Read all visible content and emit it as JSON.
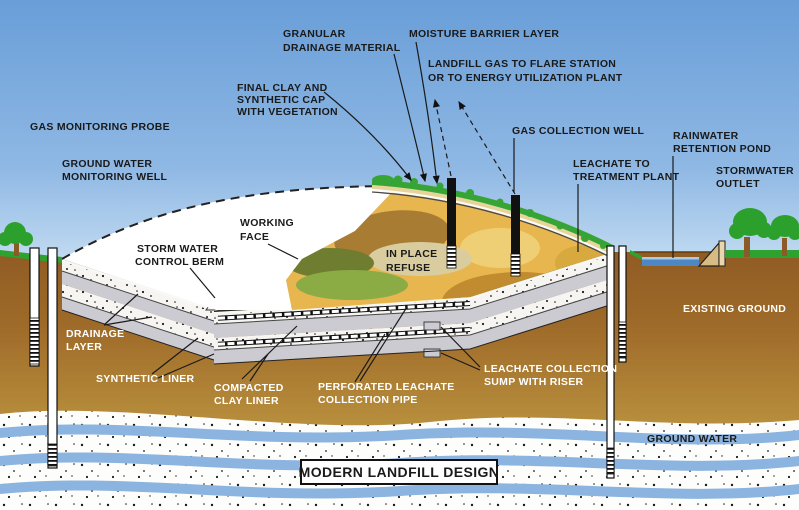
{
  "diagram": {
    "title": "MODERN LANDFILL DESIGN",
    "labels": {
      "granular_drainage": {
        "l1": "GRANULAR",
        "l2": "DRAINAGE MATERIAL"
      },
      "moisture_barrier": {
        "l1": "MOISTURE BARRIER LAYER"
      },
      "landfill_gas": {
        "l1": "LANDFILL GAS TO FLARE STATION",
        "l2": "OR TO ENERGY UTILIZATION PLANT"
      },
      "final_cap": {
        "l1": "FINAL CLAY AND",
        "l2": "SYNTHETIC CAP",
        "l3": "WITH VEGETATION"
      },
      "gas_monitoring_probe": {
        "l1": "GAS MONITORING PROBE"
      },
      "groundwater_monitoring_well": {
        "l1": "GROUND WATER",
        "l2": "MONITORING WELL"
      },
      "gas_collection_well": {
        "l1": "GAS COLLECTION WELL"
      },
      "rainwater_pond": {
        "l1": "RAINWATER",
        "l2": "RETENTION POND"
      },
      "leachate_treatment": {
        "l1": "LEACHATE TO",
        "l2": "TREATMENT PLANT"
      },
      "stormwater_outlet": {
        "l1": "STORMWATER",
        "l2": "OUTLET"
      },
      "working_face": {
        "l1": "WORKING",
        "l2": "FACE"
      },
      "storm_water_berm": {
        "l1": "STORM WATER",
        "l2": "CONTROL BERM"
      },
      "in_place_refuse": {
        "l1": "IN PLACE",
        "l2": "REFUSE"
      },
      "existing_ground": {
        "l1": "EXISTING GROUND"
      },
      "drainage_layer": {
        "l1": "DRAINAGE",
        "l2": "LAYER"
      },
      "synthetic_liner": {
        "l1": "SYNTHETIC LINER"
      },
      "compacted_clay": {
        "l1": "COMPACTED",
        "l2": "CLAY LINER"
      },
      "perforated_pipe": {
        "l1": "PERFORATED LEACHATE",
        "l2": "COLLECTION PIPE"
      },
      "leachate_sump": {
        "l1": "LEACHATE COLLECTION",
        "l2": "SUMP WITH RISER"
      },
      "ground_water": {
        "l1": "GROUND WATER"
      }
    },
    "colors": {
      "sky_top": "#699ED8",
      "sky_bottom": "#CCE2F4",
      "earth_brown": "#A06C2A",
      "refuse_tan": "#E8B64F",
      "vegetation_green": "#36A536",
      "liner_gray": "#CBCBD1",
      "water_blue": "#8CB4E0",
      "pond_blue": "#4D88C4"
    }
  }
}
